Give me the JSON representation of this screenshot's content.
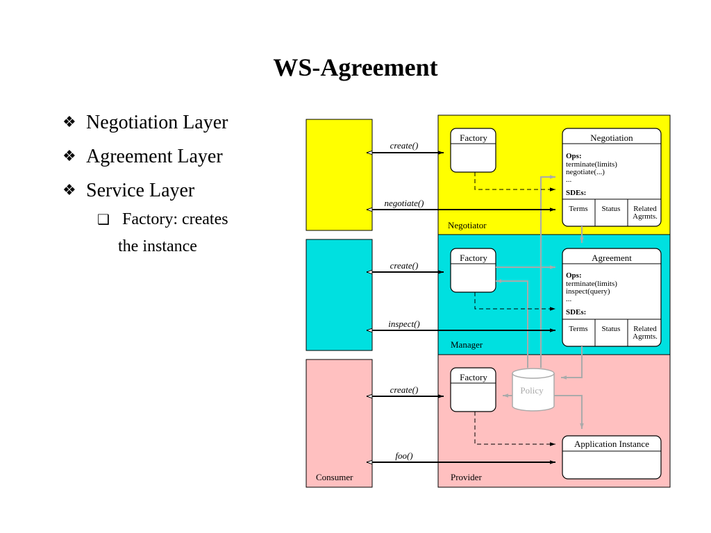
{
  "title": "WS-Agreement",
  "bullets": [
    {
      "text": "Negotiation Layer"
    },
    {
      "text": "Agreement Layer"
    },
    {
      "text": "Service Layer"
    }
  ],
  "sub_bullet": {
    "line1": "Factory: creates",
    "line2": "the instance"
  },
  "icons": {
    "level1": "diamond-bullet-icon",
    "level2": "checkbox-bullet-icon"
  },
  "colors": {
    "negotiator": "#ffff00",
    "manager": "#00e0e0",
    "provider": "#ffc0c0",
    "policy_gray": "#aaaaaa"
  },
  "diagram": {
    "consumer_label": "Consumer",
    "provider_label": "Provider",
    "layers": {
      "negotiator": {
        "label": "Negotiator",
        "factory": "Factory",
        "service_title": "Negotiation",
        "ops_label": "Ops:",
        "ops": [
          "terminate(limits)",
          "negotiate(...)",
          "..."
        ],
        "sdes_label": "SDEs:",
        "sdes": [
          "Terms",
          "Status",
          "Related",
          "Agrmts."
        ],
        "call_create": "create()",
        "call_op": "negotiate()"
      },
      "manager": {
        "label": "Manager",
        "factory": "Factory",
        "service_title": "Agreement",
        "ops_label": "Ops:",
        "ops": [
          "terminate(limits)",
          "inspect(query)",
          "..."
        ],
        "sdes_label": "SDEs:",
        "sdes": [
          "Terms",
          "Status",
          "Related",
          "Agrmts."
        ],
        "call_create": "create()",
        "call_op": "inspect()"
      },
      "provider": {
        "factory": "Factory",
        "policy": "Policy",
        "app_instance": "Application Instance",
        "call_create": "create()",
        "call_op": "foo()"
      }
    }
  }
}
